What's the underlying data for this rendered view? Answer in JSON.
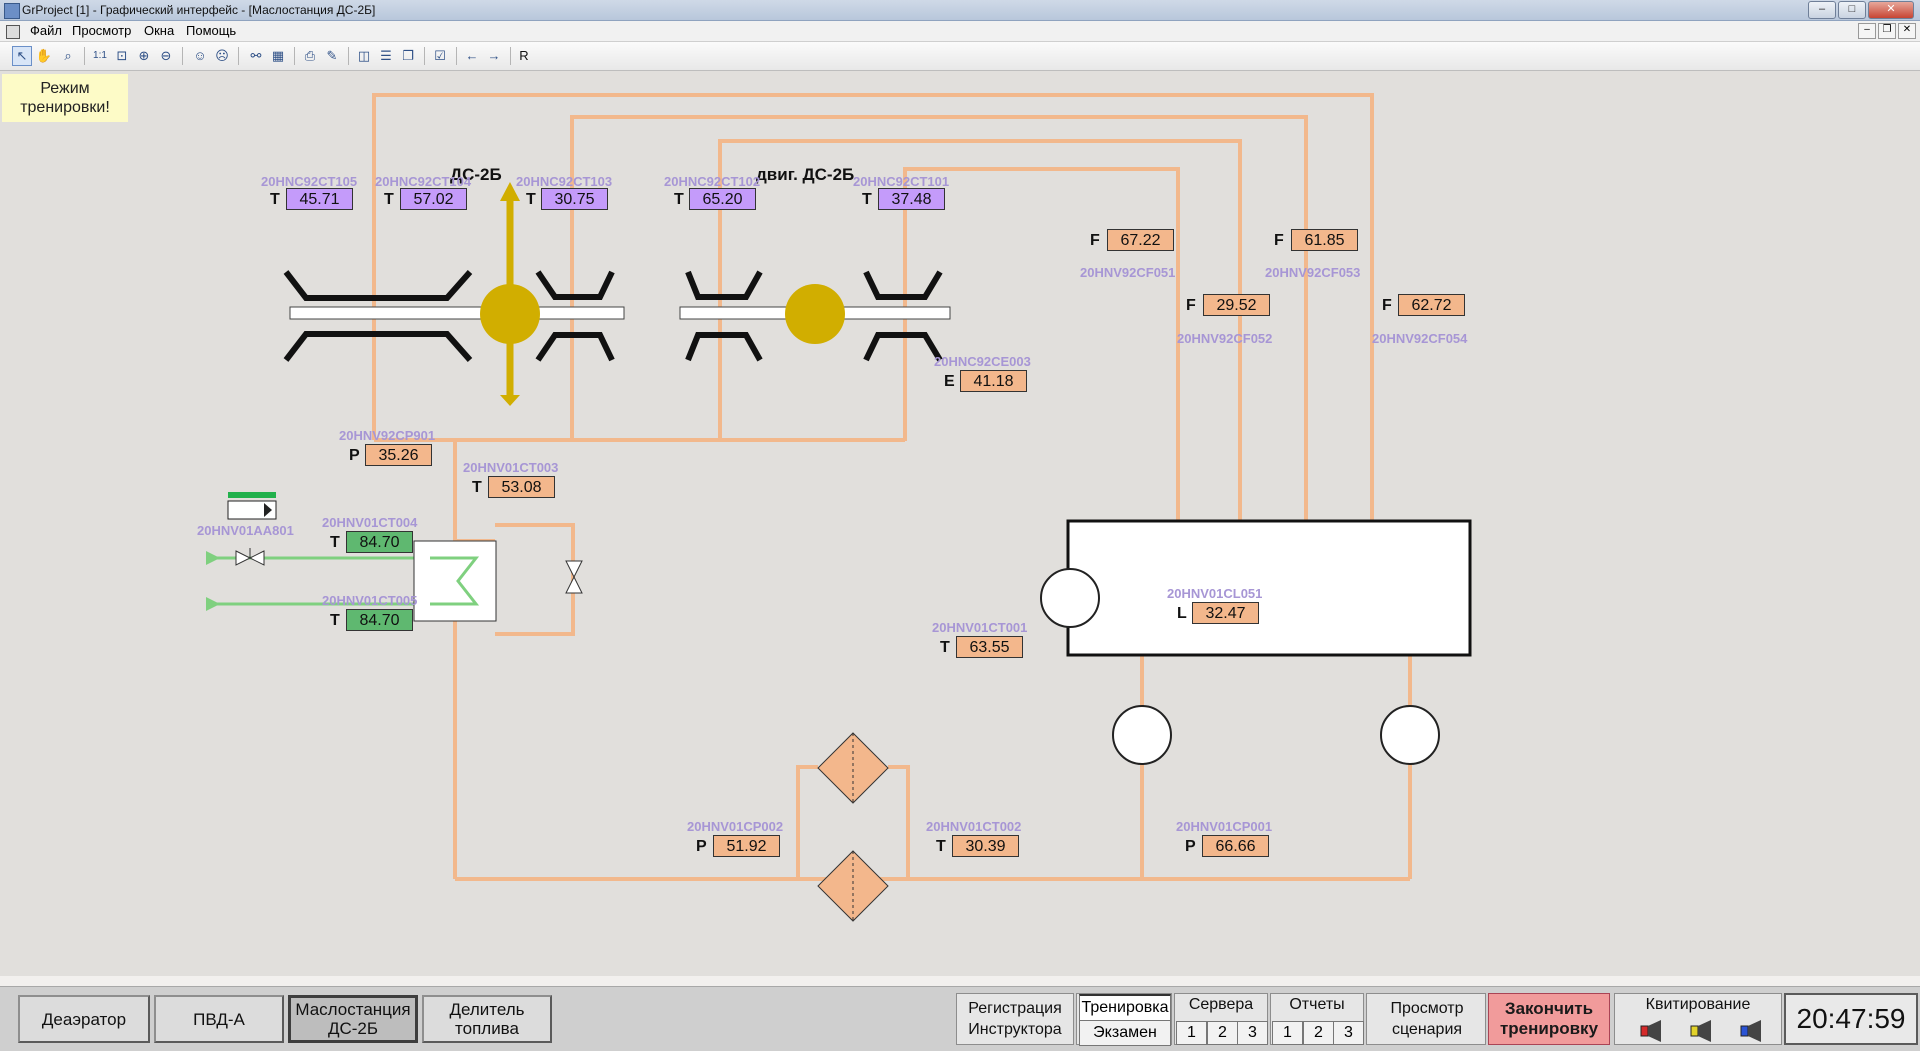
{
  "window": {
    "title": "GrProject [1] - Графический интерфейс - [Маслостанция ДС-2Б]"
  },
  "menu": [
    "Файл",
    "Просмотр",
    "Окна",
    "Помощь"
  ],
  "toolbar": {
    "zoom_1to1": "1:1",
    "reset_label": "R"
  },
  "canvas": {
    "training_notice": "Режим тренировки!",
    "units": {
      "ds2b": "ДС-2Б",
      "engine": "двиг. ДС-2Б"
    },
    "sensors": [
      {
        "tag": "20HNC92CT105",
        "letter": "T",
        "value": "45.71",
        "color": "purple"
      },
      {
        "tag": "20HNC92CT104",
        "letter": "T",
        "value": "57.02",
        "color": "purple"
      },
      {
        "tag": "20HNC92CT103",
        "letter": "T",
        "value": "30.75",
        "color": "purple"
      },
      {
        "tag": "20HNC92CT102",
        "letter": "T",
        "value": "65.20",
        "color": "purple"
      },
      {
        "tag": "20HNC92CT101",
        "letter": "T",
        "value": "37.48",
        "color": "purple"
      },
      {
        "tag": "20HNV92CF051",
        "letter": "F",
        "value": "67.22",
        "color": "orange"
      },
      {
        "tag": "20HNV92CF053",
        "letter": "F",
        "value": "61.85",
        "color": "orange"
      },
      {
        "tag": "20HNV92CF052",
        "letter": "F",
        "value": "29.52",
        "color": "orange"
      },
      {
        "tag": "20HNV92CF054",
        "letter": "F",
        "value": "62.72",
        "color": "orange"
      },
      {
        "tag": "20HNC92CE003",
        "letter": "E",
        "value": "41.18",
        "color": "orange"
      },
      {
        "tag": "20HNV92CP901",
        "letter": "P",
        "value": "35.26",
        "color": "orange"
      },
      {
        "tag": "20HNV01CT003",
        "letter": "T",
        "value": "53.08",
        "color": "orange"
      },
      {
        "tag": "20HNV01CT004",
        "letter": "T",
        "value": "84.70",
        "color": "green"
      },
      {
        "tag": "20HNV01CT005",
        "letter": "T",
        "value": "84.70",
        "color": "green"
      },
      {
        "tag": "20HNV01CL051",
        "letter": "L",
        "value": "32.47",
        "color": "orange"
      },
      {
        "tag": "20HNV01CT001",
        "letter": "T",
        "value": "63.55",
        "color": "orange"
      },
      {
        "tag": "20HNV01CP002",
        "letter": "P",
        "value": "51.92",
        "color": "orange"
      },
      {
        "tag": "20HNV01CT002",
        "letter": "T",
        "value": "30.39",
        "color": "orange"
      },
      {
        "tag": "20HNV01CP001",
        "letter": "P",
        "value": "66.66",
        "color": "orange"
      }
    ],
    "valve_tag": "20HNV01AA801"
  },
  "bottom": {
    "nav": [
      "Деаэратор",
      "ПВД-А",
      "Маслостанция ДС-2Б",
      "Делитель топлива"
    ],
    "active_nav": "Маслостанция ДС-2Б",
    "registration": "Регистрация Инструктора",
    "mode_training": "Тренировка",
    "mode_exam": "Экзамен",
    "servers": "Сервера",
    "servers_nums": [
      "1",
      "2",
      "3"
    ],
    "reports": "Отчеты",
    "reports_nums": [
      "1",
      "2",
      "3"
    ],
    "scenario": "Просмотр сценария",
    "stop_training": "Закончить тренировку",
    "acknowledge": "Квитирование",
    "clock": "20:47:59"
  },
  "colors": {
    "pipe": "#f2b88c",
    "green_line": "#7fd07f",
    "bearing": "#d1ae00",
    "tag_text": "#a796d5"
  }
}
